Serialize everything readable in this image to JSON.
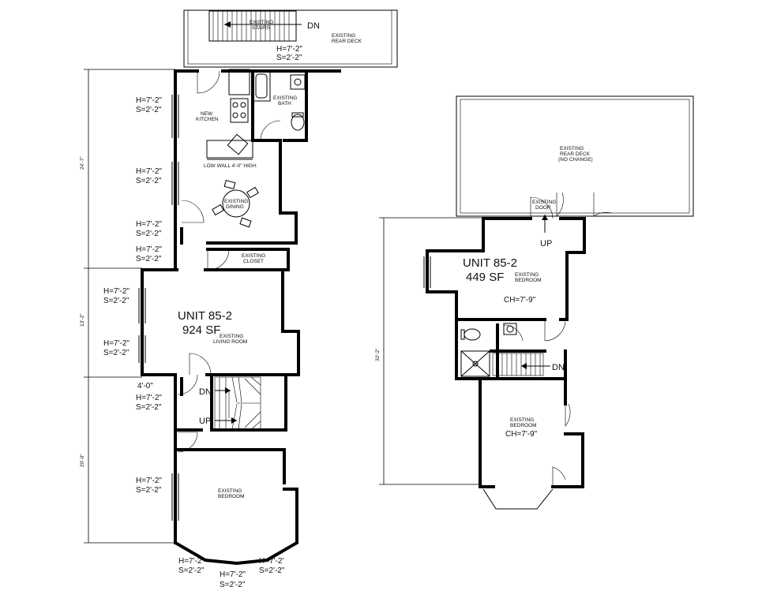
{
  "left_plan": {
    "stairs_top": "EXISTING\nSTAIRS",
    "dn_top": "DN",
    "rear_deck": "EXISTING\nREAR DECK",
    "deck_hs": [
      "H=7'-2\"",
      "S=2'-2\""
    ],
    "new_kitchen": "NEW\nKITCHEN",
    "existing_bath": "EXISTING\nBATH",
    "low_wall": "LOW WALL 4'-0\" HIGH",
    "existing_dining": "EXISTING\nDINING",
    "existing_closet": "EXISTING\nCLOSET",
    "unit": "UNIT 85-2",
    "area": "924 SF",
    "living_room": "EXISTING\nLIVING ROOM",
    "bedroom": "EXISTING\nBEDROOM",
    "dn_stair": "DN",
    "up_stair": "UP",
    "opening": "4'-0\"",
    "dim_24": "24'-7\"",
    "dim_13": "13'-2\"",
    "dim_20": "20'-0\"",
    "hs_kitchen_1": [
      "H=7'-2\"",
      "S=2'-2\""
    ],
    "hs_kitchen_2": [
      "H=7'-2\"",
      "S=2'-2\""
    ],
    "hs_dining": [
      "H=7'-2\"",
      "S=2'-2\""
    ],
    "hs_closet": [
      "H=7'-2\"",
      "S=2'-2\""
    ],
    "hs_living_1": [
      "H=7'-2\"",
      "S=2'-2\""
    ],
    "hs_living_2": [
      "H=7'-2\"",
      "S=2'-2\""
    ],
    "hs_stair": [
      "H=7'-2\"",
      "S=2'-2\""
    ],
    "hs_bedroom": [
      "H=7'-2\"",
      "S=2'-2\""
    ],
    "hs_bay_left": [
      "H=7'-2\"",
      "S=2'-2\""
    ],
    "hs_bay_center": [
      "H=7'-2\"",
      "S=2'-2\""
    ],
    "hs_bay_right": [
      "H=7'-2'",
      "S=2'-2\""
    ]
  },
  "right_plan": {
    "rear_deck": "EXISTING\nREAR DECK\n(NO CHANGE)",
    "existing_door": "EXISTING\nDOOR",
    "up": "UP",
    "unit": "UNIT 85-2",
    "area": "449 SF",
    "bedroom_top": "EXISTING\nBEDROOM",
    "ch_top": "CH=7'-9\"",
    "dn": "DN",
    "bedroom_bottom": "EXISTING\nBEDROOM",
    "ch_bottom": "CH=7'-9\"",
    "dim_32": "32'-2\""
  }
}
